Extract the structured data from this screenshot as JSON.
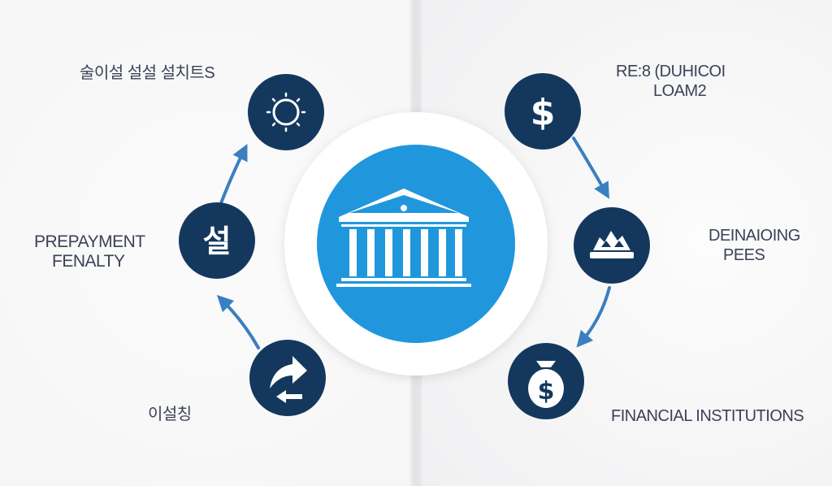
{
  "center": {
    "icon": "bank-building-icon",
    "color": "#2097dc",
    "ring_color": "#ffffff"
  },
  "node_color": "#14385d",
  "arrow_color": "#3a7fc0",
  "left": {
    "top_label": "술이설 설설 설치트S",
    "middle_label": [
      "PREPAYMENT",
      "FENALTY"
    ],
    "middle_node_glyph": "설",
    "bottom_label": "이설칭",
    "top_icon": "sun-icon",
    "bottom_icon": "return-arrows-icon"
  },
  "right": {
    "top_label": [
      "RE:8 (DUHICOI",
      "LOAM2"
    ],
    "middle_label": [
      "DEINAIOING",
      "PEES"
    ],
    "bottom_label": "FINANCIAL INSTITUTIONS",
    "top_node_glyph": "$",
    "bottom_node_glyph": "$",
    "top_icon": "dollar-sign-icon",
    "middle_icon": "mountain-tray-icon",
    "bottom_icon": "money-bag-icon"
  }
}
